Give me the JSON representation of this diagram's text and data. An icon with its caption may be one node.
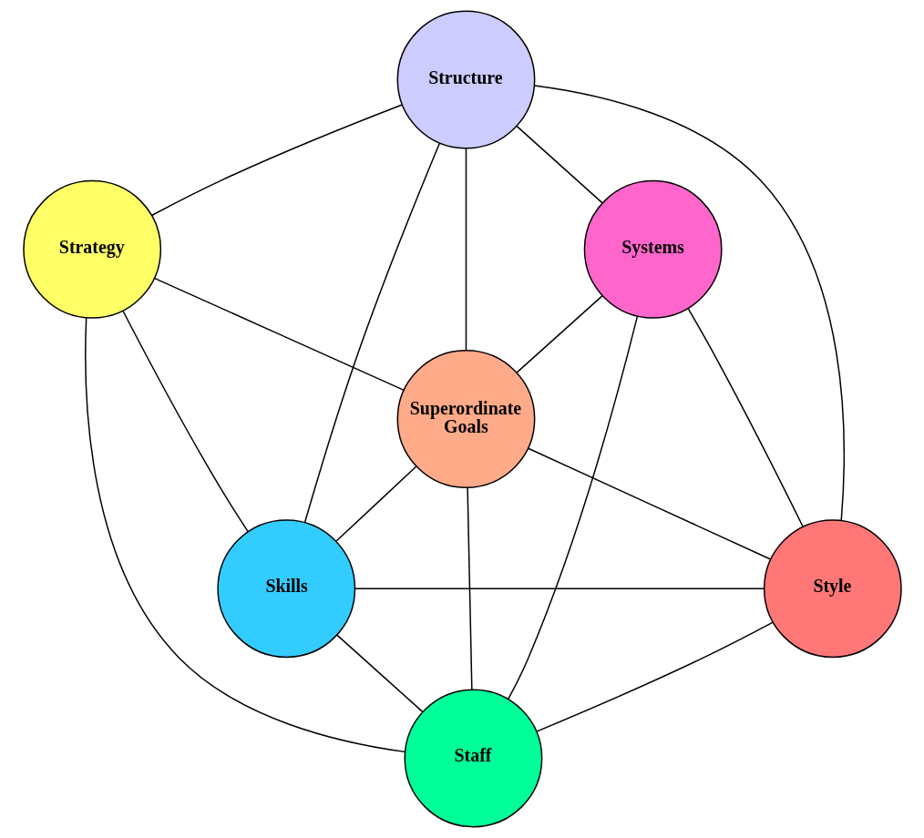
{
  "diagram": {
    "nodes": [
      {
        "text": [
          "Structure"
        ]
      },
      {
        "text": [
          "Strategy"
        ]
      },
      {
        "text": [
          "Systems"
        ]
      },
      {
        "text": [
          "Superordinate Goals"
        ]
      },
      {
        "text": [
          "Skills"
        ]
      },
      {
        "text": [
          "Style"
        ]
      },
      {
        "text": [
          "Staff"
        ]
      }
    ],
    "edges": [
      {
        "from": 0,
        "to": 1,
        "arrow": "none"
      },
      {
        "from": 0,
        "to": 2,
        "arrow": "none"
      },
      {
        "from": 0,
        "to": 3,
        "arrow": "none"
      },
      {
        "from": 0,
        "to": 4,
        "arrow": "none"
      },
      {
        "from": 0,
        "to": 5,
        "arrow": "none"
      },
      {
        "from": 1,
        "to": 3,
        "arrow": "none"
      },
      {
        "from": 1,
        "to": 4,
        "arrow": "none"
      },
      {
        "from": 1,
        "to": 6,
        "arrow": "none"
      },
      {
        "from": 2,
        "to": 3,
        "arrow": "none"
      },
      {
        "from": 2,
        "to": 5,
        "arrow": "none"
      },
      {
        "from": 2,
        "to": 6,
        "arrow": "none"
      },
      {
        "from": 3,
        "to": 4,
        "arrow": "none"
      },
      {
        "from": 3,
        "to": 5,
        "arrow": "none"
      },
      {
        "from": 3,
        "to": 6,
        "arrow": "none"
      },
      {
        "from": 4,
        "to": 5,
        "arrow": "none"
      },
      {
        "from": 4,
        "to": 6,
        "arrow": "none"
      },
      {
        "from": 5,
        "to": 6,
        "arrow": "none"
      }
    ]
  }
}
